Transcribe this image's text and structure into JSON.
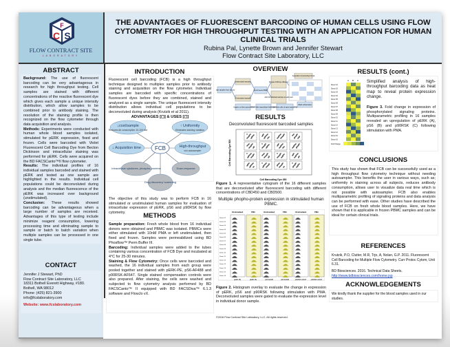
{
  "logo": {
    "name": "FLOW CONTRACT SITE",
    "sub": "LABORATORY",
    "letters": "FCS"
  },
  "header": {
    "title": "THE ADVANTAGES OF FLUORESCENT BARCODING OF HUMAN CELLS USING FLOW CYTOMETRY FOR HIGH THROUGHPUT TESTING WITH AN APPLICATION FOR HUMAN CLINICAL TRIALS",
    "authors": "Rubina Pal, Lynette Brown and Jennifer Stewart",
    "affiliation": "Flow Contract Site Laboratory, LLC"
  },
  "abstract": {
    "heading": "ABSTRACT",
    "background_label": "Background:",
    "background": " The use of fluorescent barcoding can be very advantageous in research for high throughput testing. Cell samples are stained with different concentrations of the reactive fluorescent dye which gives each sample a unique intensity distribution, which allow samples to be combined prior to antibody staining. The resolution of the staining profile is then recognized on the flow cytometer through data acquisition and analysis.",
    "methods_label": "Methods:",
    "methods": " Experiments were conducted with human whole blood samples isolated, stimulated for pERK expression, fixed and frozen. Cells were barcoded with Violet Fluorescent Cell Barcoding Dye from Becton Dickinson and intracellular staining was performed for pERK. Cells were acquired on the BD FACSCanto™II flow cytometer.",
    "results_label": "Results:",
    "results": " The individual profiles of 16 individual samples barcoded and stained with pERK and tested as one sample are highlighted in the results. Individual cell populations could be deconvoluted during analysis and the median fluorescence of the pERK was increased over background (unstimulated).",
    "conclusion_label": "Conclusion:",
    "conclusion": " These results showed barcoding can be advantageous when a large number of samples are received. Advantages of this type of testing include minimize reagent consumption, lowering processing time and eliminating sample to sample or batch to batch variation when multiple samples can be processed in one single tube."
  },
  "contact": {
    "heading": "CONTACT",
    "lines": [
      "Jennifer J Stewart, PhD",
      "Flow Contract Site Laboratory, LLC",
      "18311 Bothell Everett Highway, #180.",
      "Bothell, WA 98012",
      "Phone: (425) 821-3900",
      "info@fcslaboratory.com"
    ],
    "website": "Website: www.fcslaboratory.com"
  },
  "introduction": {
    "heading": "INTRODUCTION",
    "text": "Fluorescent cell barcoding (FCB) is a high throughput technique designed to multiplex samples prior to antibody staining and acquisition on the flow cytometer. Individual samples are barcoded with specific concentrations of fluorescent dyes before they are combined, stained and analyzed as a single sample. The unique fluorescent intensity distribution allows individual cell populations to be deconvoluted during analysis (Krutzik et al 2011).",
    "advantages_heading": "ADVANTAGES [◻] & USES [◻]",
    "diagram": {
      "center": "FCB",
      "nodes": [
        {
          "title": "↓cost/sample",
          "sub": "Reduces Ab consumption 10-100 fold"
        },
        {
          "title": "↑ Uniformity",
          "sub": "Eliminates staining variation"
        },
        {
          "title": "↓ Acquisition time",
          "sub": ""
        },
        {
          "title": "High-throughput",
          "sub": "w/o autosampler"
        },
        {
          "title": "Intracellular cytokines, phospho-proteins",
          "sub": ""
        },
        {
          "title": "Dose-response",
          "sub": ""
        },
        {
          "title": "Drug discovery/ screening",
          "sub": ""
        }
      ]
    },
    "objective": "The objective of this study was to perform FCB in 16 stimulated or unstimulated human samples for evaluation of intracellular expression of pERK, pS6 and p90RSK by flow cytometry."
  },
  "methods": {
    "heading": "METHODS",
    "sample_label": "Sample preparation:",
    "sample": " Fresh whole blood from 16 individual donors were obtained and PBMC was isolated. PBMCs were either stimulated with 10nM PMA or left unstimulated, then fixed and frozen. Samples were permeabilized using BD Phosflow™ Perm Buffer III.",
    "barcoding_label": "Barcoding:",
    "barcoding": " Individual samples were added to the tubes containing various concentration of FCB Dye and incubated at 4°C for 25-30 minutes.",
    "staining_label": "Staining & Flow Cytometry:",
    "staining": " Once cells were barcoded and washed, the 16 individual samples from each group were pooled together and stained with pERK-PE, pS6-AF488 and p90RSK-AF647. Single stained compensation controls were also prepared. After staining, the cells were washed and subjected to flow cytometry analysis performed by BD FACSCanto™ II equipped with BD FACSDiva™ 6.1.3 software and FlowJo vX."
  },
  "overview": {
    "heading": "OVERVIEW",
    "boxes": [
      "Obtain samples from donors",
      "Unstimulated samples",
      "16 stimulated samples",
      "Fix & Freeze PBMC",
      "Prepare FCB dye dilutions",
      "Add 16 individual samples to each well",
      "Acquisition & barcoding format",
      "Wash unbarcoded",
      "Combine cells of same barcoding",
      "Stain with intracellular Antibodies",
      "Acquire on flow cytometer"
    ]
  },
  "results": {
    "heading": "RESULTS",
    "fig1_title": "Deconvoluted fluorescent barcoded samples",
    "fig1_ylabel": "Cell Barcoding Dye 500",
    "fig1_xlabel": "Cell Barcoding Dye 450",
    "fig1_caption_label": "Figure 1.",
    "fig1_caption": " A representative cytogram of the 16 different samples that are deconvoluted after fluorescent barcoding with different concentrations of CBD450 and CBD500.",
    "fig2_title": "Multiple phopho-protein expression in stimulated human PBMC.",
    "fig2_cols": [
      "Unstimulated",
      "PMA",
      "Unstimulated",
      "PMA",
      "Unstimulated",
      "PMA"
    ],
    "fig2_xlabels": [
      "pERK PE",
      "pERK PE",
      "pS6 AF488",
      "pS6 AF488",
      "p90RSK AF647",
      "p90RSK AF647"
    ],
    "fig2_caption_label": "Figure 2.",
    "fig2_caption": " Histogram overlay to evaluate the change in expression of pERK, pS6 and p90RSK following stimulation with PMA. Deconvoluted samples were gated to evaluate the expression level in individual donor sample.",
    "copyright": "©2016 Flow Contract Site Laboratory, LLC. All rights reserved."
  },
  "results_cont": {
    "heading": "RESULTS (cont.)",
    "heatmap_cols": [
      "A",
      "B",
      "C"
    ],
    "donors": [
      "Donor 01",
      "Donor 02",
      "Donor 03",
      "Donor 04",
      "Donor 05",
      "Donor 06",
      "Donor 07",
      "Donor 08",
      "Donor 09",
      "Donor 10",
      "Donor 11",
      "Donor 12",
      "Donor 13",
      "Donor 14",
      "Donor 15",
      "Donor 16"
    ],
    "scale_label": "Fold Change",
    "summary": "Simplified analysis of high-throughput barcoding data as heat map to reveal protein expression change.",
    "fig3_label": "Figure 3.",
    "fig3_caption": " Fold change in expression of phosphorylated signaling proteins. Multiparametric profiling in 16 samples revealed an upregulation of pERK (A), pS6 (B) and p90RSK (C) following stimulation with PMA.",
    "colors": {
      "low": "#f4f23a",
      "mid": "#9fb84a",
      "high": "#2f5a85"
    }
  },
  "conclusions": {
    "heading": "CONCLUSIONS",
    "text": "This study has shown that FCB can be successfully used as a high throughput flow cytometry technique without needing autosampler. This benefits the user in various ways, such as; uniformity in staining across all subjects, reduces antibody consumption, allows user to visualize data real time which is not possible with autosampler. FCB also enables multiparametric profiling of signaling proteins and data analysis can be performed with ease. Other studies have described the use of FCB on fresh whole blood samples. Here, we have shown that it is applicable in frozen PBMC samples and can be ideal for certain clinical trials."
  },
  "references": {
    "heading": "REFERENCES",
    "ref1": "Krutzik, P.O, Clutter, M.R, Trjo, A, Nolan, G.P. 2011. Fluorescent Cell Barcoding for Multiple Flow Cytometry. Curr Protoc Cytom, Unit 6.31.",
    "ref2": "BD Biosciences. 2016. Technical Data Sheets.",
    "ref2_link": "http://www.bdbiosciences.com/home.jsp"
  },
  "acknowledgements": {
    "heading": "ACKNOWLEDGEMENTS",
    "text": "We kindly thank the supplier for the blood samples used in our studies."
  }
}
